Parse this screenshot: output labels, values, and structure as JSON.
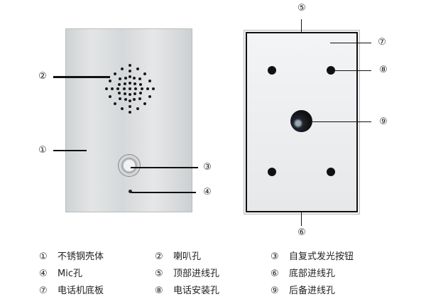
{
  "callouts": {
    "c1": "①",
    "c2": "②",
    "c3": "③",
    "c4": "④",
    "c5": "⑤",
    "c6": "⑥",
    "c7": "⑦",
    "c8": "⑧",
    "c9": "⑨"
  },
  "legend": [
    {
      "num": "①",
      "label": "不锈钢壳体"
    },
    {
      "num": "②",
      "label": "喇叭孔"
    },
    {
      "num": "③",
      "label": "自复式发光按钮"
    },
    {
      "num": "④",
      "label": "Mic孔"
    },
    {
      "num": "⑤",
      "label": "顶部进线孔"
    },
    {
      "num": "⑥",
      "label": "底部进线孔"
    },
    {
      "num": "⑦",
      "label": "电话机底板"
    },
    {
      "num": "⑧",
      "label": "电话安装孔"
    },
    {
      "num": "⑨",
      "label": "后备进线孔"
    }
  ]
}
